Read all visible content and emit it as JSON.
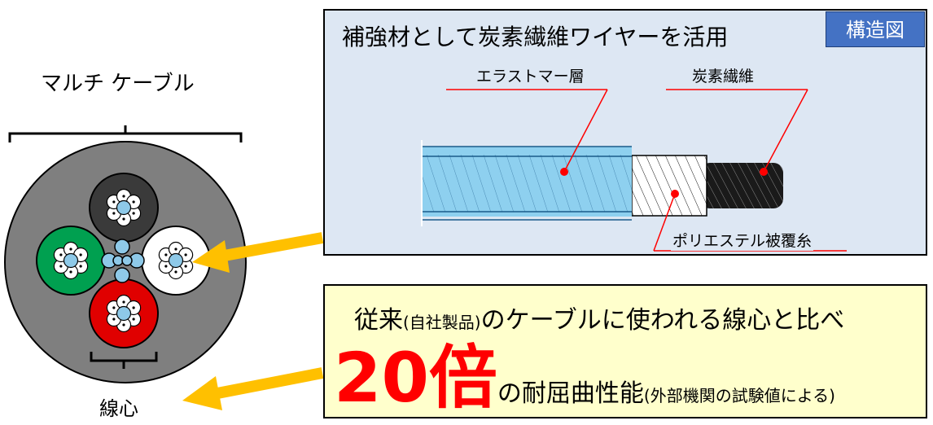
{
  "cable": {
    "title": "マルチ ケーブル",
    "core_label": "線心"
  },
  "structure": {
    "title": "補強材として炭素繊維ワイヤーを活用",
    "badge": "構造図",
    "labels": {
      "elastomer": "エラストマー層",
      "carbon": "炭素繊維",
      "polyester": "ポリエステル被覆糸"
    }
  },
  "result": {
    "line1_prefix": "従来",
    "line1_note": "(自社製品)",
    "line1_suffix": "のケーブルに使われる線心と比べ",
    "number": "20倍",
    "text": "の耐屈曲性能",
    "note": "(外部機関の試験値による)"
  },
  "colors": {
    "panel_blue": "#dde7f3",
    "badge_blue": "#4472c4",
    "result_yellow": "#ffffcc",
    "arrow_orange": "#ffc000",
    "highlight_red": "#ff0000",
    "jacket_gray": "#7f7f7f",
    "core_black": "#3a3a3a",
    "core_green": "#00a050",
    "core_white": "#ffffff",
    "core_red": "#e00000",
    "strand_blue": "#8ec9e8"
  }
}
